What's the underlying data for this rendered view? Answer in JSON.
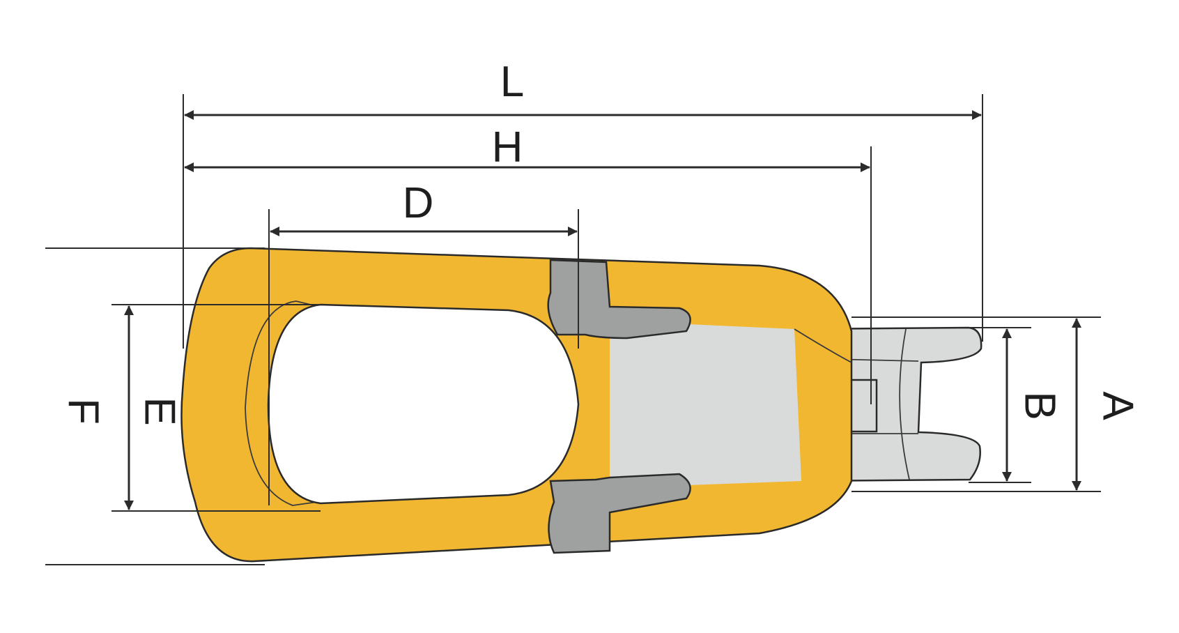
{
  "colors": {
    "body": "#f2b731",
    "body_shadow": "#e2a21c",
    "insert": "#9fa1a1",
    "swivel": "#d9dbdb",
    "swivel_dark": "#bfc2c2",
    "line": "#2b2b2b",
    "background": "#ffffff"
  },
  "dimensions": {
    "L": "L",
    "H": "H",
    "D": "D",
    "A": "A",
    "B": "B",
    "E": "E",
    "F": "F"
  },
  "parts": [
    "yellow-eye-body",
    "grey-insert",
    "swivel-stud",
    "pin"
  ]
}
